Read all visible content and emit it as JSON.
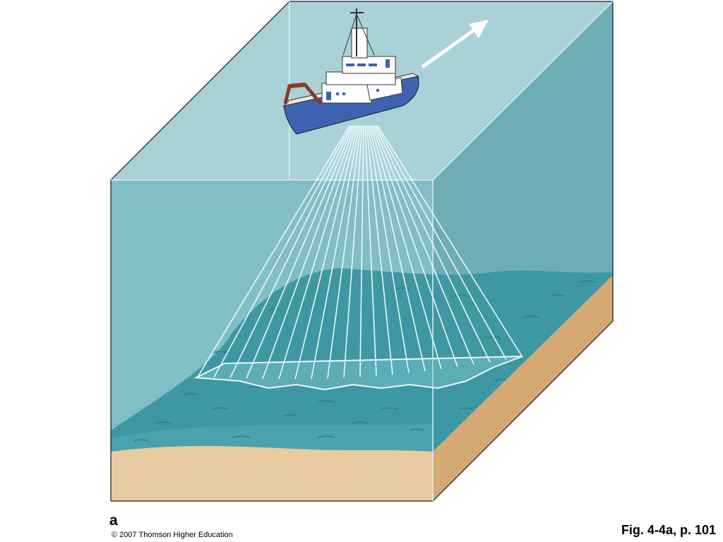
{
  "figure": {
    "panel_label": "a",
    "copyright": "© 2007 Thomson Higher Education",
    "reference": "Fig. 4-4a, p. 101"
  },
  "colors": {
    "water_top": "#a9d2d7",
    "water_front": "#7fbcc4",
    "water_side": "#6aaab4",
    "seafloor": "#3f9aa6",
    "sediment_front": "#e8cba0",
    "sediment_side": "#d6a872",
    "hull": "#3d63b0",
    "beam": "#e8f6f8"
  },
  "icons": [
    "ship-icon",
    "direction-arrow-icon"
  ]
}
